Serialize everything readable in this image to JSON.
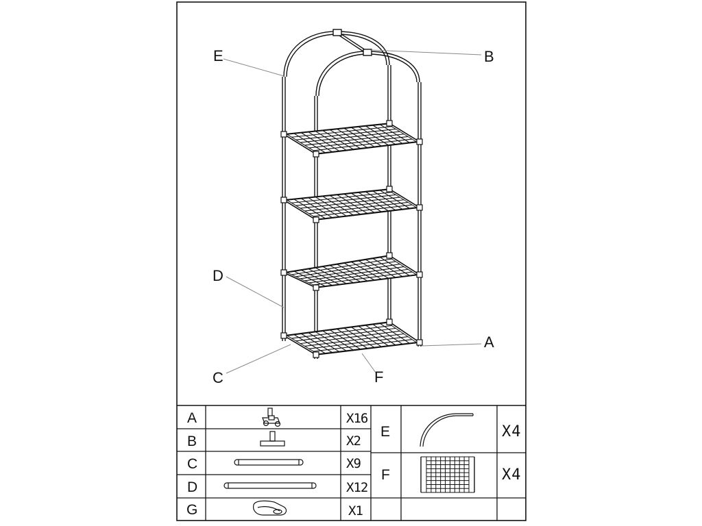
{
  "callouts": {
    "A": "A",
    "B": "B",
    "C": "C",
    "D": "D",
    "E": "E",
    "F": "F"
  },
  "parts": [
    {
      "letter": "A",
      "qty": "X16",
      "icon": "three-way-connector-icon"
    },
    {
      "letter": "B",
      "qty": "X2",
      "icon": "t-connector-icon"
    },
    {
      "letter": "C",
      "qty": "X9",
      "icon": "short-pole-icon"
    },
    {
      "letter": "D",
      "qty": "X12",
      "icon": "long-pole-icon"
    },
    {
      "letter": "G",
      "qty": "X1",
      "icon": "cover-bag-icon"
    },
    {
      "letter": "E",
      "qty": "X4",
      "icon": "curved-pole-icon"
    },
    {
      "letter": "F",
      "qty": "X4",
      "icon": "wire-shelf-icon"
    }
  ]
}
